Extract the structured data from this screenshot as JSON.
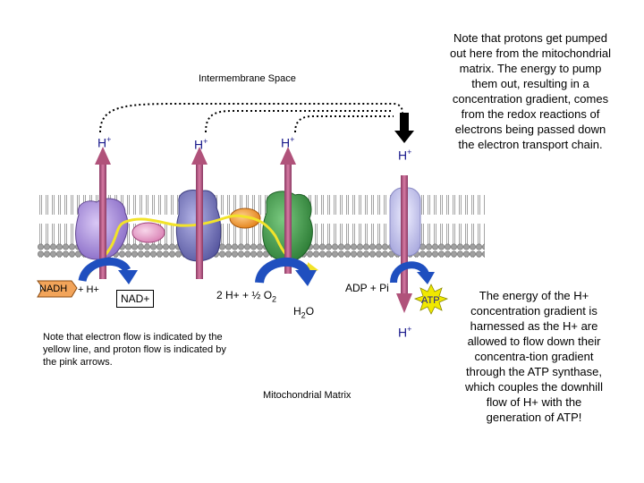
{
  "regions": {
    "intermembrane": "Intermembrane Space",
    "matrix": "Mitochondrial Matrix"
  },
  "protons": {
    "h1": "H",
    "h2": "H",
    "h3": "H",
    "h4": "H",
    "h5": "H",
    "plus": "+"
  },
  "reactions": {
    "nadh": "NADH",
    "nadh_plus": "+ H+",
    "nad": "NAD+",
    "oxygen_prefix": "2 H+ + ½ O",
    "oxygen_sub": "2",
    "water_h": "H",
    "water_sub": "2",
    "water_o": "O",
    "adp": "ADP + Pi",
    "atp": "ATP"
  },
  "notes": {
    "top_right": "Note that protons get pumped out here from the mitochondrial matrix.  The energy to pump them out, resulting in a concentration gradient, comes from the redox reactions of electrons being passed down the electron transport chain.",
    "bottom_left": "Note that electron flow is indicated by the yellow line, and proton flow is indicated by the pink arrows.",
    "bottom_right": "The energy of the H+ concentration gradient is harnessed as the H+ are allowed to flow down their concentra-tion gradient through the ATP synthase, which couples the downhill flow of H+ with the generation of ATP!"
  },
  "colors": {
    "complex1": "#a98fd8",
    "complex3": "#7f7fc4",
    "complex4": "#3f9a4a",
    "synthase": "#c8c8f0",
    "proton_arrow": "#b0527a",
    "electron_path": "#f2e32a",
    "curved_arrow": "#1f4fbf",
    "atp_star": "#f0e800"
  }
}
